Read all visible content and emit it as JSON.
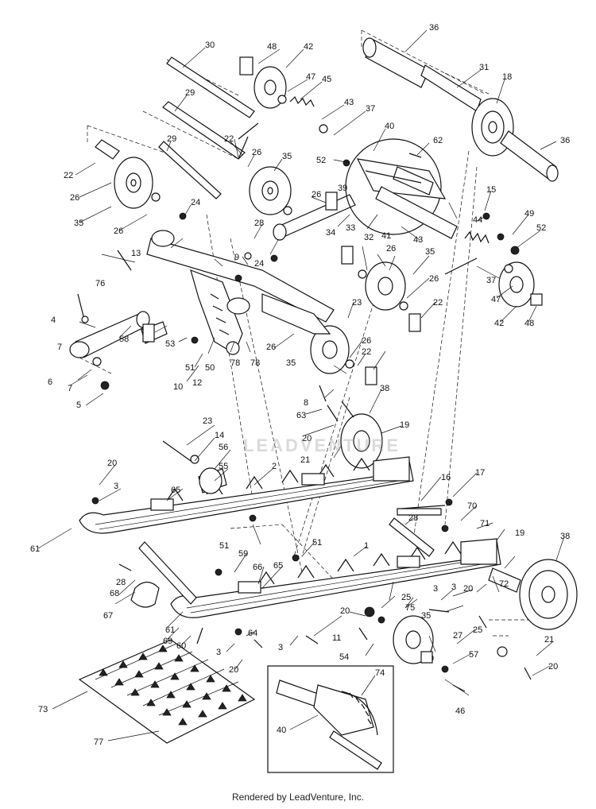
{
  "footer": "Rendered by LeadVenture, Inc.",
  "watermark": "LEADVENTURE",
  "callouts": [
    "1",
    "2",
    "3",
    "4",
    "5",
    "6",
    "7",
    "8",
    "9",
    "10",
    "11",
    "12",
    "13",
    "14",
    "15",
    "16",
    "17",
    "18",
    "19",
    "20",
    "21",
    "22",
    "23",
    "24",
    "25",
    "26",
    "27",
    "28",
    "29",
    "30",
    "31",
    "32",
    "33",
    "34",
    "35",
    "36",
    "37",
    "38",
    "39",
    "40",
    "41",
    "42",
    "43",
    "44",
    "45",
    "46",
    "47",
    "48",
    "49",
    "50",
    "51",
    "52",
    "53",
    "54",
    "55",
    "56",
    "57",
    "58",
    "59",
    "60",
    "61",
    "62",
    "63",
    "64",
    "65",
    "66",
    "67",
    "68",
    "69",
    "70",
    "71",
    "72",
    "73",
    "74",
    "75",
    "76",
    "77",
    "78"
  ]
}
